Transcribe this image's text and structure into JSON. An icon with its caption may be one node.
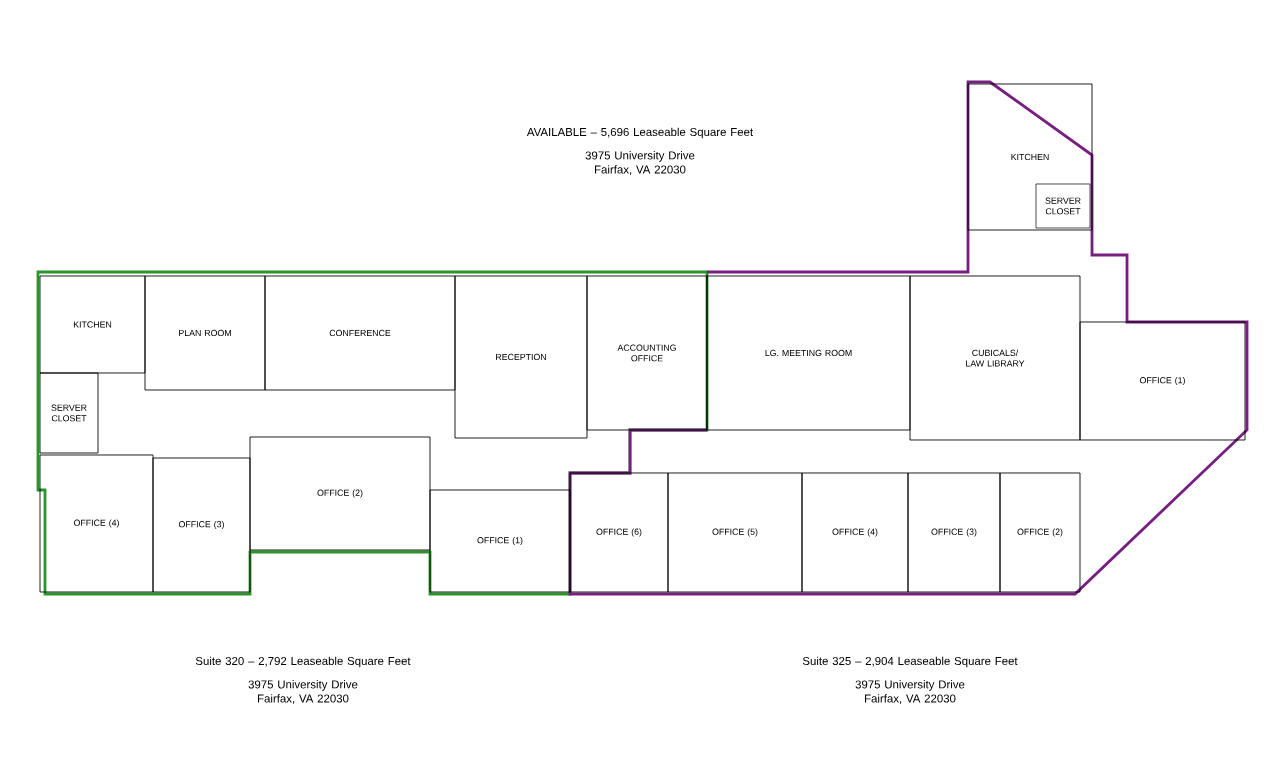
{
  "diagram": {
    "nodes": [
      {
        "text": [
          "KITCHEN"
        ]
      },
      {
        "text": [
          "PLAN ROOM"
        ]
      },
      {
        "text": [
          "CONFERENCE"
        ]
      },
      {
        "text": [
          "RECEPTION"
        ]
      },
      {
        "text": [
          "ACCOUNTING OFFICE"
        ]
      },
      {
        "text": [
          "LG. MEETING ROOM"
        ]
      },
      {
        "text": [
          "CUBICALS/ LAW LIBRARY"
        ]
      },
      {
        "text": [
          "KITCHEN"
        ]
      },
      {
        "text": [
          "SERVER CLOSET"
        ],
        "in": 7
      },
      {
        "text": [
          "OFFICE (1)"
        ]
      },
      {
        "text": [
          "SERVER CLOSET"
        ]
      },
      {
        "text": [
          "OFFICE (4)"
        ]
      },
      {
        "text": [
          "OFFICE (3)"
        ]
      },
      {
        "text": [
          "OFFICE (2)"
        ]
      },
      {
        "text": [
          "OFFICE (1)"
        ]
      },
      {
        "text": [
          "OFFICE (6)"
        ]
      },
      {
        "text": [
          "OFFICE (5)"
        ]
      },
      {
        "text": [
          "OFFICE (4)"
        ]
      },
      {
        "text": [
          "OFFICE (3)"
        ]
      },
      {
        "text": [
          "OFFICE (2)"
        ]
      }
    ],
    "labels": [
      "AVAILABLE – 5,696 Leaseable Square Feet",
      "3975 University Drive Fairfax, VA 22030",
      "Suite 320 – 2,792 Leaseable Square Feet",
      "3975 University Drive Fairfax, VA 22030",
      "Suite 325 – 2,904 Leaseable Square Feet",
      "3975 University Drive Fairfax, VA 22030"
    ]
  }
}
